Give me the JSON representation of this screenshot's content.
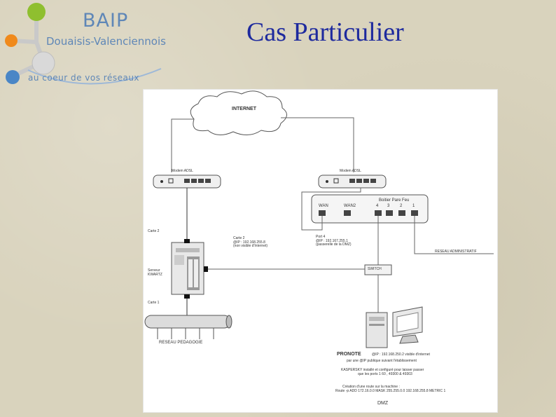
{
  "logo": {
    "name": "BAIP",
    "subtitle": "Douaisis-Valenciennois",
    "tagline": "au coeur de vos réseaux"
  },
  "title": "Cas Particulier",
  "diagram": {
    "internet": "INTERNET",
    "modem_left": "Modem ADSL",
    "modem_right": "Modem ADSL",
    "firewall": "Boitier Pare Feu",
    "ports": [
      "WAN",
      "WAN2",
      "4",
      "3",
      "2",
      "1"
    ],
    "carte2": "Carte 2",
    "carte2_note": [
      "Carte 2",
      "@IP : 192.168.255.8",
      "(non visible d'Internet)"
    ],
    "port4_note": [
      "Port 4",
      "@IP : 192.167.255.1",
      "(passerelle de la DMZ)"
    ],
    "serveur": [
      "Serveur",
      "KWARTZ"
    ],
    "carte1": "Carte 1",
    "reseau_admin": "RESEAU ADMINISTRATIF",
    "switch": "SWITCH",
    "reseau_pedago": "RESEAU  PEDAGOGIE",
    "pronote": "PRONOTE",
    "pronote_ip": "@IP : 192.168.250.2 visible d'internet",
    "pronote_ip2": "par une @IP publique suivant l'établissement",
    "kaspersky": [
      "KASPERSKY installé et configuré pour laisser passer",
      "que les ports 1 60 , 49300 & 49303"
    ],
    "route": [
      "Création d'une route sur la machine :",
      "Route -p ADD 172.16.0.0 MASK 255.255.0.0 192.168.255.8 METRIC 1"
    ],
    "dmz": "DMZ"
  }
}
